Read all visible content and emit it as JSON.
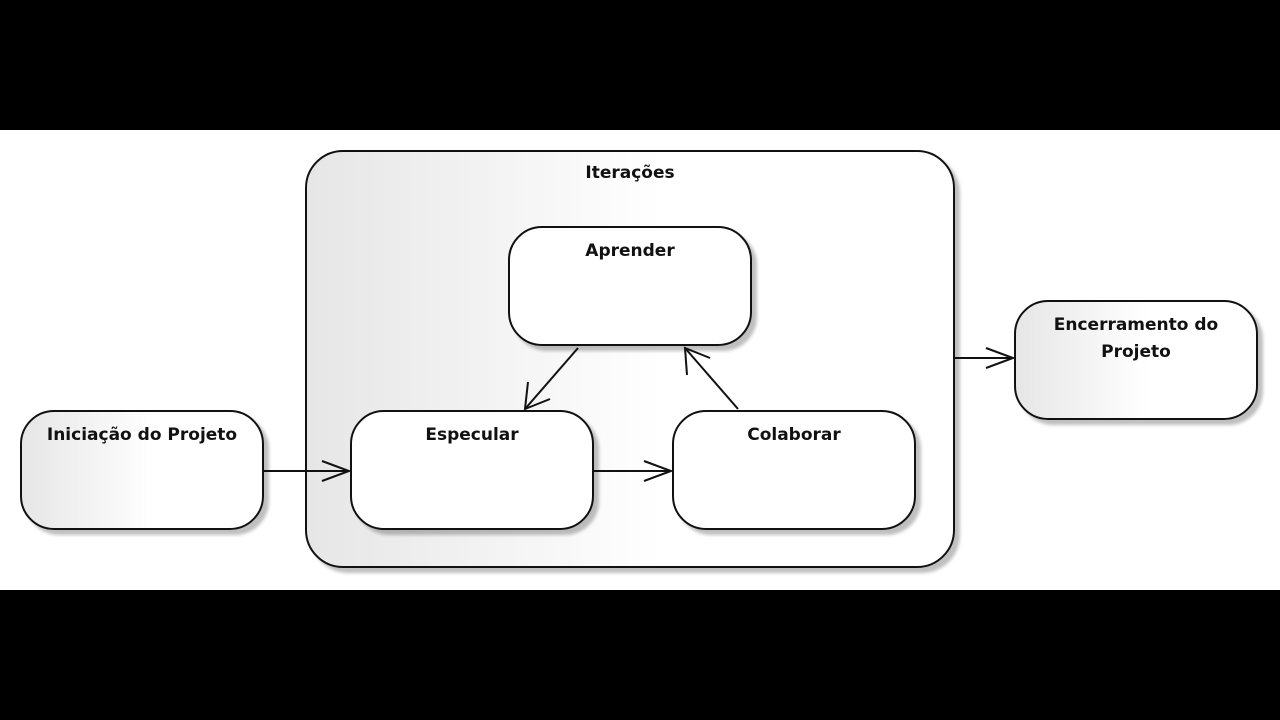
{
  "container": {
    "label": "Iterações"
  },
  "nodes": {
    "start": "Iniciação do Projeto",
    "learn": "Aprender",
    "speculate": "Especular",
    "collaborate": "Colaborar",
    "end": "Encerramento do Projeto"
  },
  "edges": [
    {
      "from": "Iniciação do Projeto",
      "to": "Especular"
    },
    {
      "from": "Especular",
      "to": "Colaborar"
    },
    {
      "from": "Colaborar",
      "to": "Aprender"
    },
    {
      "from": "Aprender",
      "to": "Especular"
    },
    {
      "from": "Iterações",
      "to": "Encerramento do Projeto"
    }
  ]
}
